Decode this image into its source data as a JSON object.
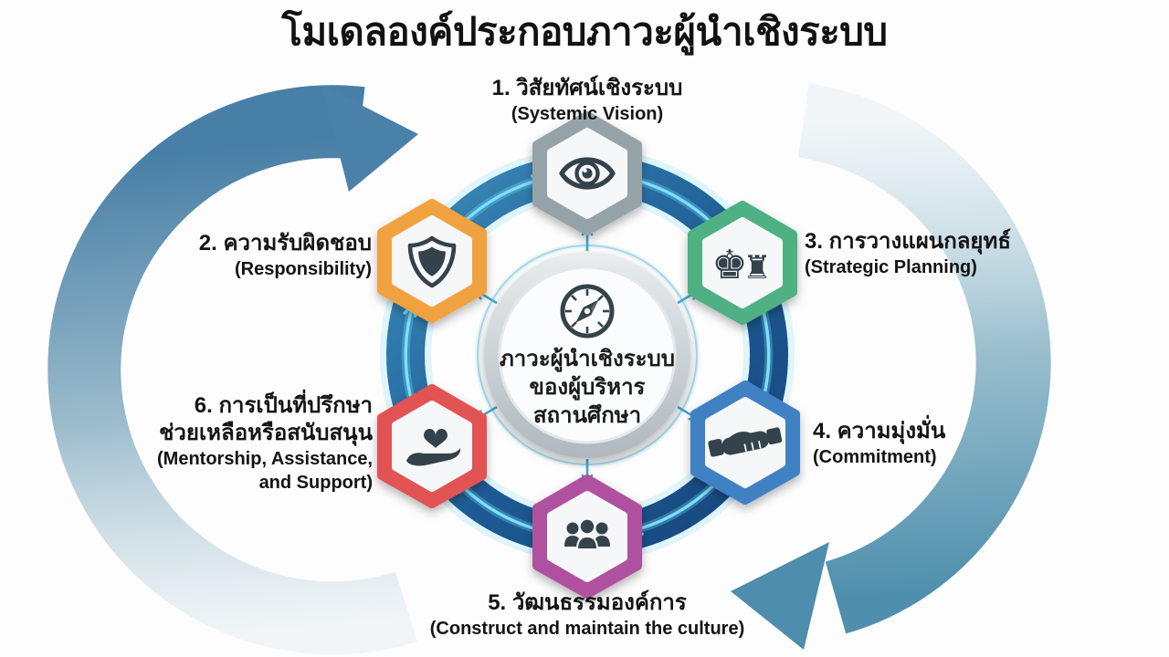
{
  "title": "โมเดลองค์ประกอบภาวะผู้นำเชิงระบบ",
  "center": {
    "icon": "compass-icon",
    "lines": [
      "ภาวะผู้นำเชิงระบบ",
      "ของผู้บริหาร",
      "สถานศึกษา"
    ]
  },
  "nodes": [
    {
      "num": "1",
      "icon": "eye-icon",
      "color": "#95a3a9",
      "lines": [
        "1. วิสัยทัศน์เชิงระบบ",
        "(Systemic Vision)"
      ]
    },
    {
      "num": "2",
      "icon": "shield-icon",
      "color": "#f0a23f",
      "lines": [
        "2. ความรับผิดชอบ",
        "(Responsibility)"
      ]
    },
    {
      "num": "3",
      "icon": "chess-strategy-icon",
      "color": "#4fb083",
      "lines": [
        "3. การวางแผนกลยุทธ์",
        "(Strategic Planning)"
      ]
    },
    {
      "num": "4",
      "icon": "handshake-icon",
      "color": "#4181c3",
      "lines": [
        "4. ความมุ่งมั่น",
        "(Commitment)"
      ]
    },
    {
      "num": "5",
      "icon": "people-group-icon",
      "color": "#b0519f",
      "lines": [
        "5. วัฒนธรรมองค์การ",
        "(Construct and maintain the culture)"
      ]
    },
    {
      "num": "6",
      "icon": "hand-heart-icon",
      "color": "#e25353",
      "lines": [
        "6. การเป็นที่ปรึกษา",
        "ช่วยเหลือหรือสนับสนุน",
        "(Mentorship, Assistance,",
        "and Support)"
      ]
    }
  ],
  "flow_direction": "clockwise",
  "colors": {
    "ring_dark": "#16457b",
    "ring_light": "#3b8cba",
    "neon_arrow": "#7ce0fb",
    "radial_arrow": "#3fa8cf",
    "outer_arrow_left": "#4a81a9",
    "outer_arrow_right": "#4e8dab",
    "icon": "#33424b",
    "hub_silver": "#b6bfc3",
    "background": "#fdfdfd",
    "text": "#141414"
  }
}
